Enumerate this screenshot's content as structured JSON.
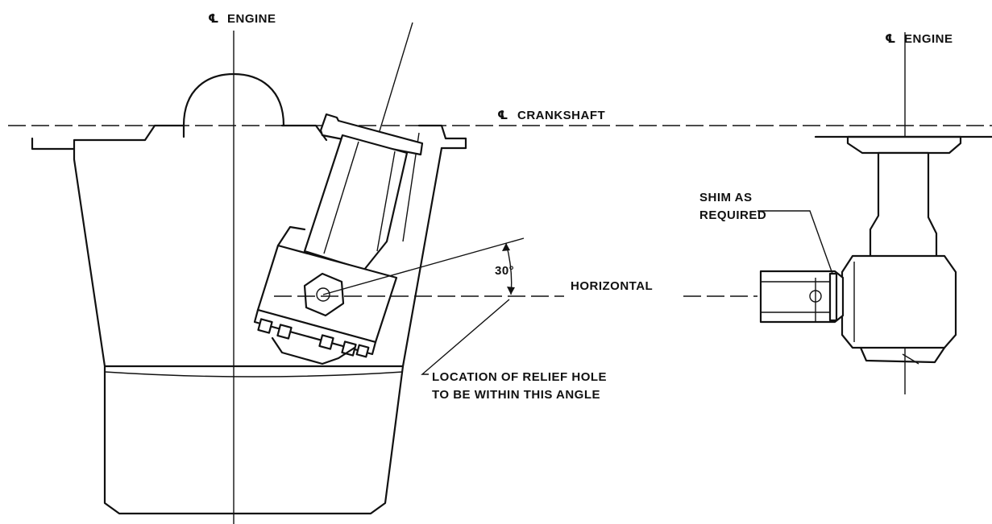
{
  "labels": {
    "engine_left": "ENGINE",
    "engine_right": "ENGINE",
    "crankshaft": "CRANKSHAFT",
    "horizontal": "HORIZONTAL",
    "angle": "30°",
    "shim_line1": "SHIM AS",
    "shim_line2": "REQUIRED",
    "relief_line1": "LOCATION OF RELIEF HOLE",
    "relief_line2": "TO BE WITHIN THIS ANGLE"
  },
  "symbols": {
    "centerline": "centerline-symbol"
  }
}
